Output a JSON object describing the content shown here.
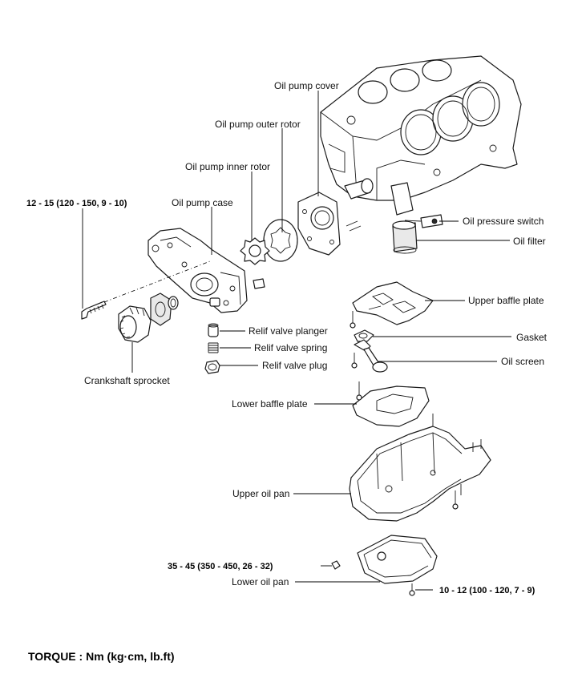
{
  "labels": {
    "oil_pump_cover": "Oil pump cover",
    "oil_pump_outer_rotor": "Oil pump outer rotor",
    "oil_pump_inner_rotor": "Oil pump inner rotor",
    "oil_pump_case": "Oil pump case",
    "oil_pressure_switch": "Oil pressure switch",
    "oil_filter": "Oil filter",
    "upper_baffle_plate": "Upper baffle plate",
    "gasket": "Gasket",
    "oil_screen": "Oil screen",
    "relif_valve_planger": "Relif valve planger",
    "relif_valve_spring": "Relif valve spring",
    "relif_valve_plug": "Relif valve plug",
    "crankshaft_sprocket": "Crankshaft sprocket",
    "lower_baffle_plate": "Lower baffle plate",
    "upper_oil_pan": "Upper oil pan",
    "lower_oil_pan": "Lower oil pan"
  },
  "torques": {
    "pump_case_bolt": "12  -  15  (120  -  150,  9  -  10)",
    "drain_plug": "35  -  45  (350  -  450,  26  -  32)",
    "lower_pan_bolt": "10  -  12  (100  -  120,  7  -  9)"
  },
  "legend": "TORQUE  :  Nm  (kg·cm,  lb.ft)"
}
